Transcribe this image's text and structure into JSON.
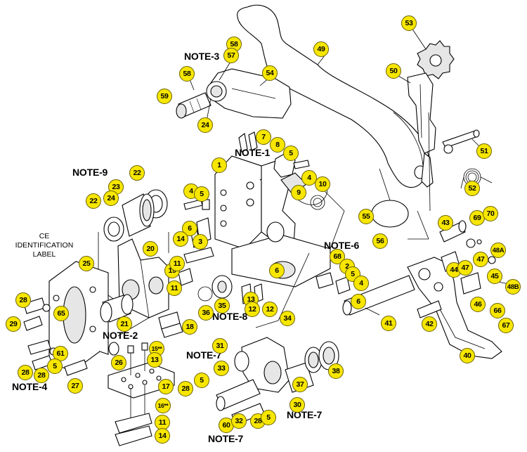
{
  "notes": {
    "note_1": "NOTE-1",
    "note_2": "NOTE-2",
    "note_3": "NOTE-3",
    "note_4": "NOTE-4",
    "note_6": "NOTE-6",
    "note_7a": "NOTE-7",
    "note_7b": "NOTE-7",
    "note_7c": "NOTE-7",
    "note_8": "NOTE-8",
    "note_9": "NOTE-9"
  },
  "ce_label": {
    "line1": "CE",
    "line2": "IDENTIFICATION",
    "line3": "LABEL"
  },
  "callouts": [
    "53",
    "49",
    "58",
    "57",
    "58",
    "54",
    "59",
    "24",
    "50",
    "51",
    "52",
    "7",
    "8",
    "5",
    "1",
    "4",
    "9",
    "10",
    "4",
    "5",
    "6",
    "14",
    "3",
    "22",
    "23",
    "24",
    "22",
    "20",
    "25",
    "19",
    "11",
    "11",
    "18",
    "21",
    "65",
    "28",
    "29",
    "61",
    "5",
    "28",
    "28",
    "27",
    "55",
    "56",
    "68",
    "2",
    "5",
    "4",
    "6",
    "41",
    "6",
    "13",
    "12",
    "12",
    "35",
    "36",
    "34",
    "15**",
    "13",
    "26",
    "31",
    "33",
    "17",
    "16**",
    "11",
    "14",
    "28",
    "5",
    "60",
    "32",
    "28",
    "5",
    "30",
    "37",
    "38",
    "43",
    "69",
    "70",
    "48A",
    "44",
    "47",
    "47",
    "45",
    "48B",
    "46",
    "66",
    "42",
    "67",
    "40"
  ],
  "colors": {
    "bubble_fill": "#f6e600",
    "bubble_stroke": "#6b6200",
    "line": "#000000",
    "part_fill": "#ffffff"
  }
}
